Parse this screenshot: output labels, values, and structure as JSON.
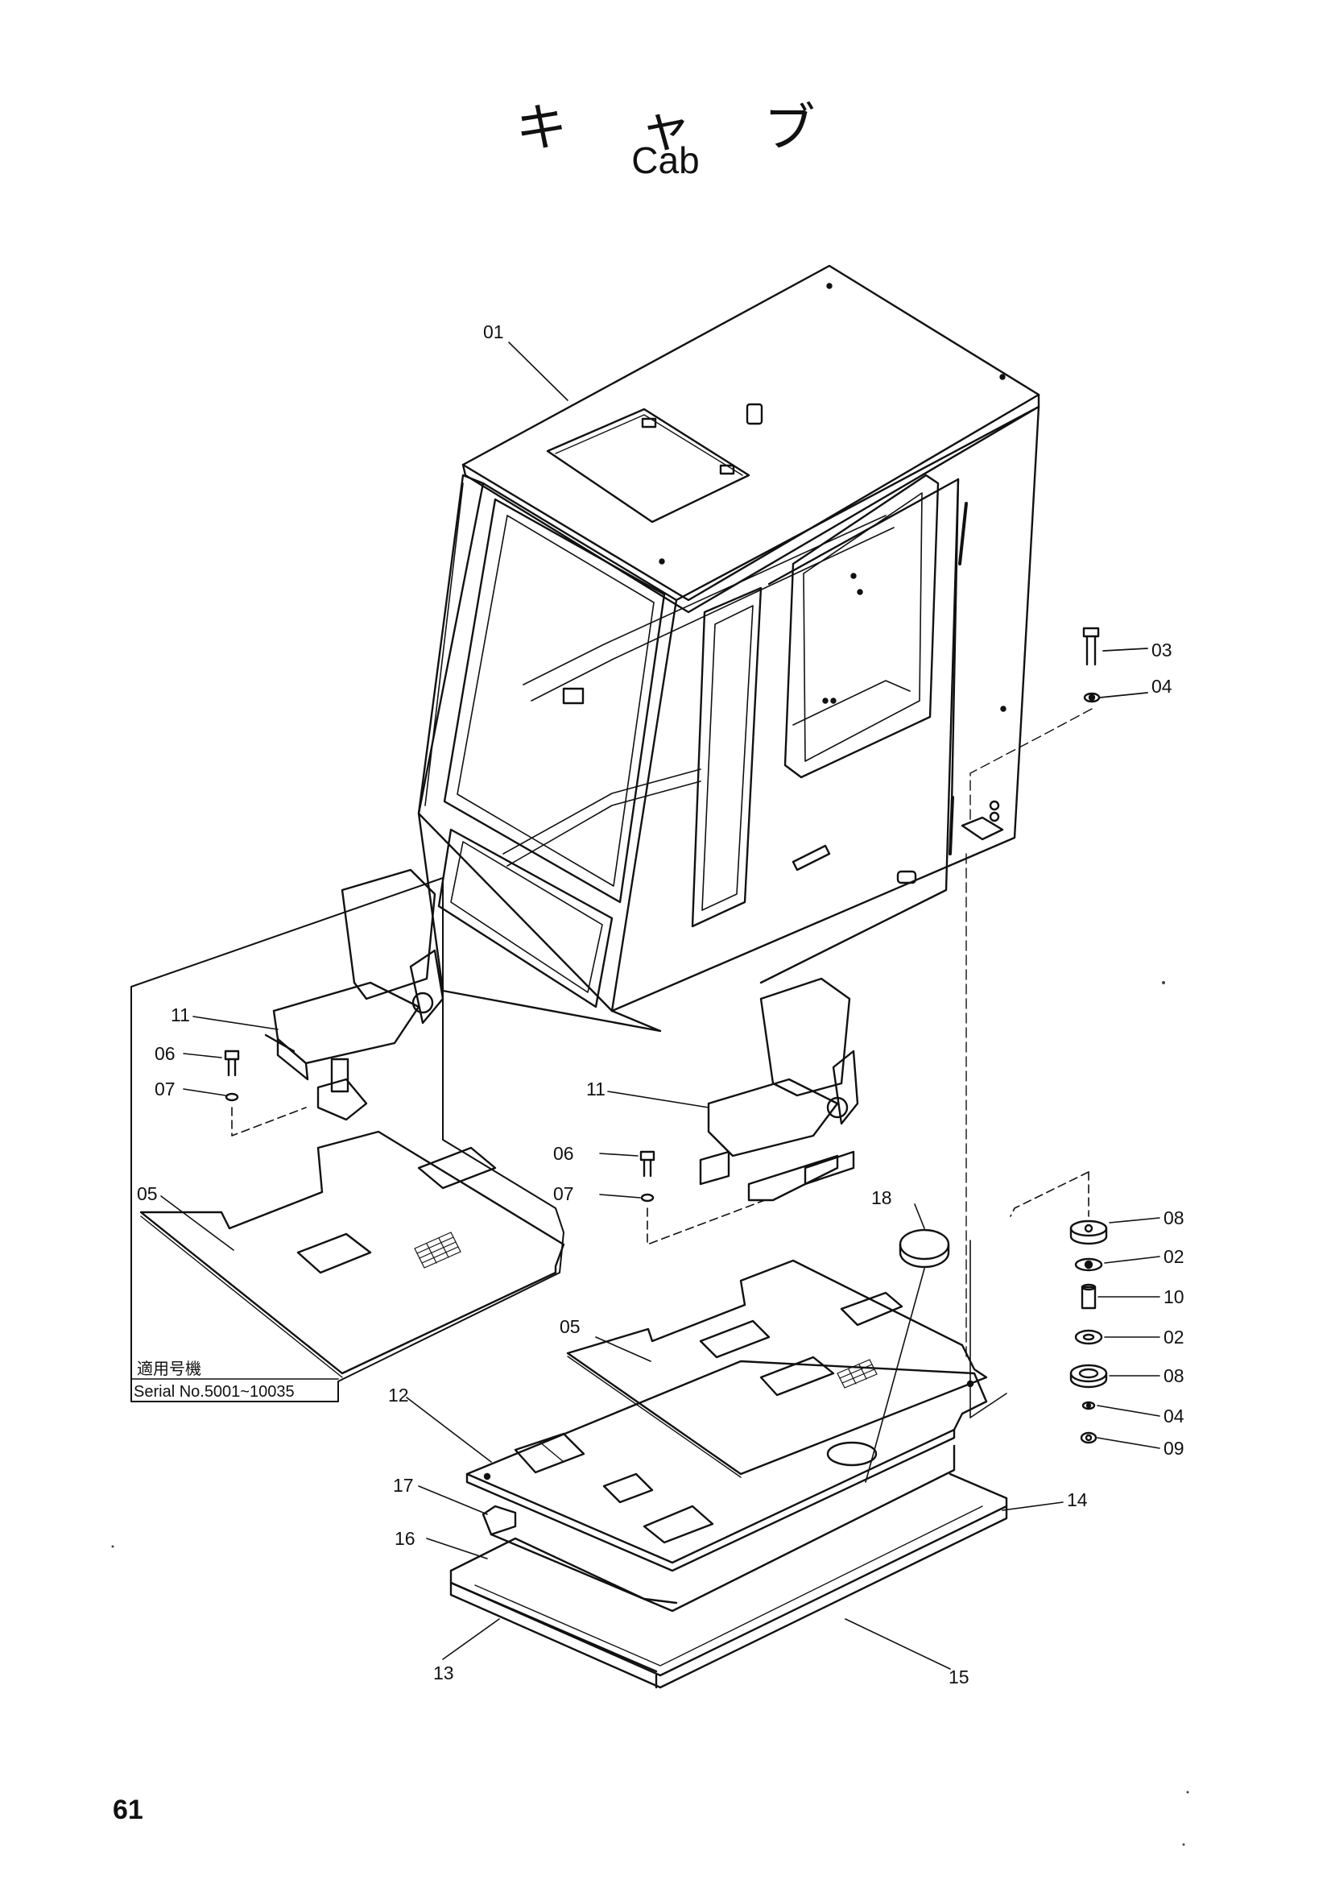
{
  "title": {
    "jp": "キャブ",
    "en": "Cab"
  },
  "page_number": "61",
  "serial_box": {
    "jp_label": "適用号機",
    "serial_text": "Serial No.5001~10035"
  },
  "callouts": {
    "c01": "01",
    "c03": "03",
    "c04a": "04",
    "c11a": "11",
    "c06a": "06",
    "c07a": "07",
    "c05a": "05",
    "c11b": "11",
    "c06b": "06",
    "c07b": "07",
    "c18": "18",
    "c08a": "08",
    "c02a": "02",
    "c10": "10",
    "c02b": "02",
    "c08b": "08",
    "c04b": "04",
    "c09": "09",
    "c05b": "05",
    "c12": "12",
    "c17": "17",
    "c16": "16",
    "c14": "14",
    "c13": "13",
    "c15": "15"
  }
}
